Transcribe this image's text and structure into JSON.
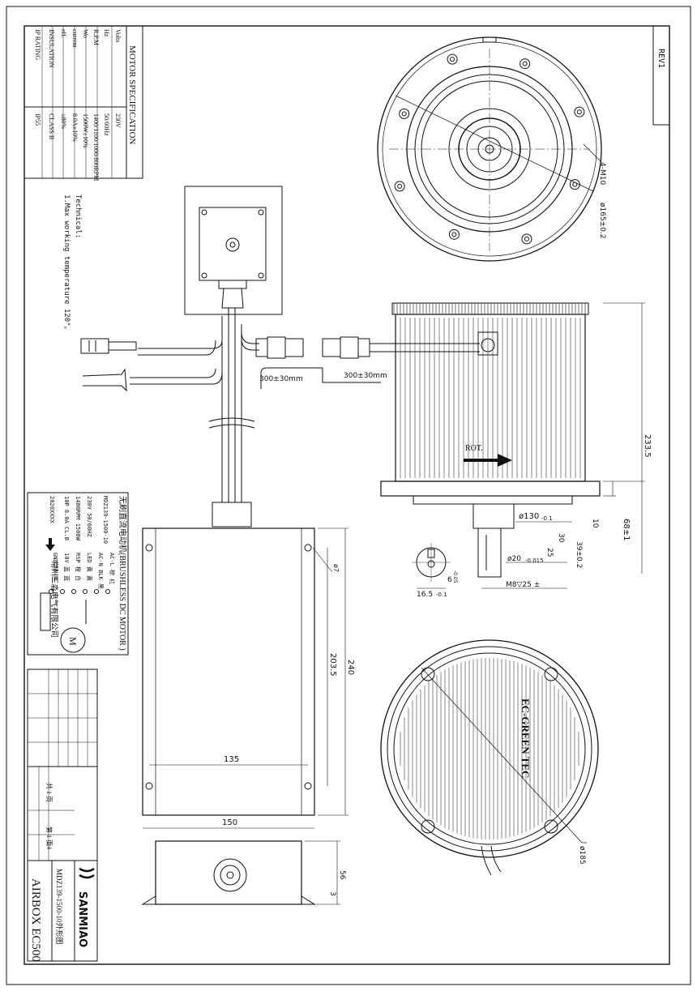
{
  "revision": "REV1",
  "spec_table": {
    "title": "MOTOR SPECIFICATION",
    "rows": [
      {
        "label": "Volts",
        "value": "230V"
      },
      {
        "label": "Hz",
        "value": "50/60Hz"
      },
      {
        "label": "R.P.M",
        "value": "1400/1100/1000/800RPM"
      },
      {
        "label": "Wo",
        "value": "1500W±10%"
      },
      {
        "label": "current",
        "value": "8.0A±10%"
      },
      {
        "label": "eff.",
        "value": "≥80%"
      },
      {
        "label": "INSULATION",
        "value": "CLASS B"
      },
      {
        "label": "IP RATING",
        "value": "IP55"
      }
    ]
  },
  "technical": {
    "title": "Technical:",
    "note": "1.Max working temperature 120°。"
  },
  "nameplate": {
    "title": "无刷直流电动机(BRUSHLESS DC MOTOR )",
    "model": "MDZ139-1500-10",
    "rating": "230V    50/60HZ",
    "rpm": "1400RPM  1500W",
    "class": "10P 8.0A  CL.B",
    "serial": "2020XXXX",
    "wires": [
      "AC-L 棕 红",
      "AC-N BLK 黑",
      "LED 黄 黄",
      "RSP 橙 白",
      "10V 蓝 蓝",
      "GND 绿 黑"
    ],
    "company": "常州三淼电气有限公司",
    "motor_symbol": "M"
  },
  "title_block": {
    "brand": "SANMIAO",
    "drawing_title": "MDZ139-1500-10外形图",
    "product": "AIRBOX EC500",
    "scale": "1:4",
    "sheet": "第 1 页",
    "total_sheets": "共 1 页"
  },
  "dimensions": {
    "cable_left": "300±30mm",
    "cable_right": "300±30mm",
    "bolts": "4-M10",
    "flange_dia": "ø165±0.2",
    "housing_length": "233.5",
    "flange_thk": "10",
    "shaft_total": "68±1",
    "spigot_dia": "ø130",
    "spigot_tol": "-0.1",
    "shaft_len": "39±0.2",
    "key_len": "30",
    "thread_len": "25",
    "shaft_dia": "ø20",
    "shaft_tol": "-0.015",
    "thread": "M8▽25 ±",
    "key_width": "6",
    "key_tol": "-0.05",
    "key_depth": "16.5",
    "key_depth_tol": "-0.1",
    "hole": "ø7",
    "box_height": "203.5",
    "box_total": "240",
    "box_holes": "135",
    "box_width": "150",
    "box_depth": "56",
    "box_base": "3",
    "rear_dia": "ø185",
    "rotation": "ROT.",
    "rear_text": "EC-GREEN TEC"
  }
}
